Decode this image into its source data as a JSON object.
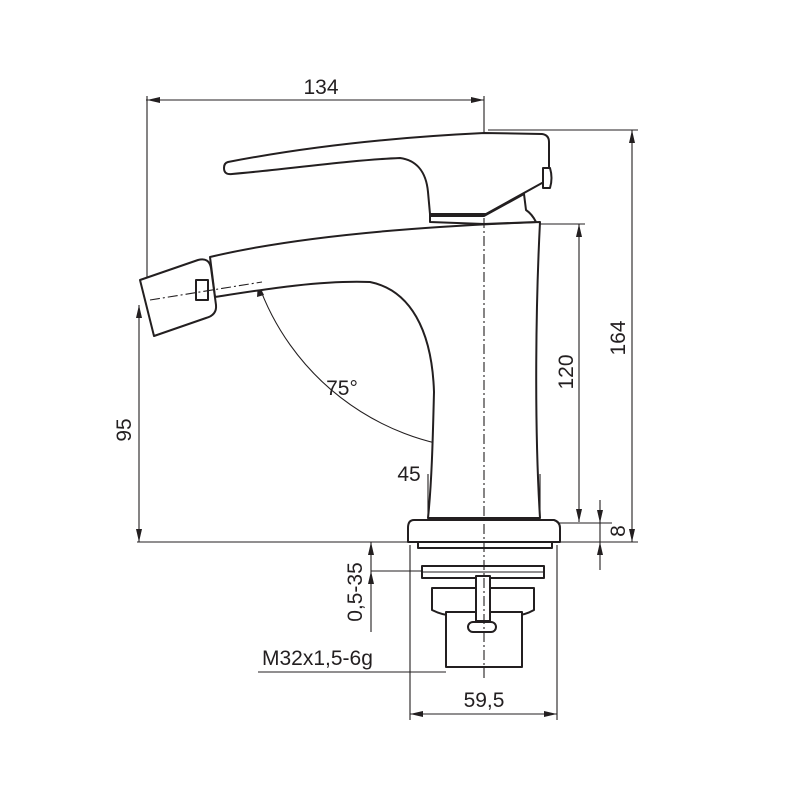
{
  "dimensions": {
    "overall_width": "134",
    "overall_height": "164",
    "body_height": "120",
    "spout_height": "95",
    "base_thickness": "8",
    "body_width": "45",
    "spray_angle": "75°",
    "deck_thickness": "0,5-35",
    "thread": "M32x1,5-6g",
    "base_diameter": "59,5"
  }
}
